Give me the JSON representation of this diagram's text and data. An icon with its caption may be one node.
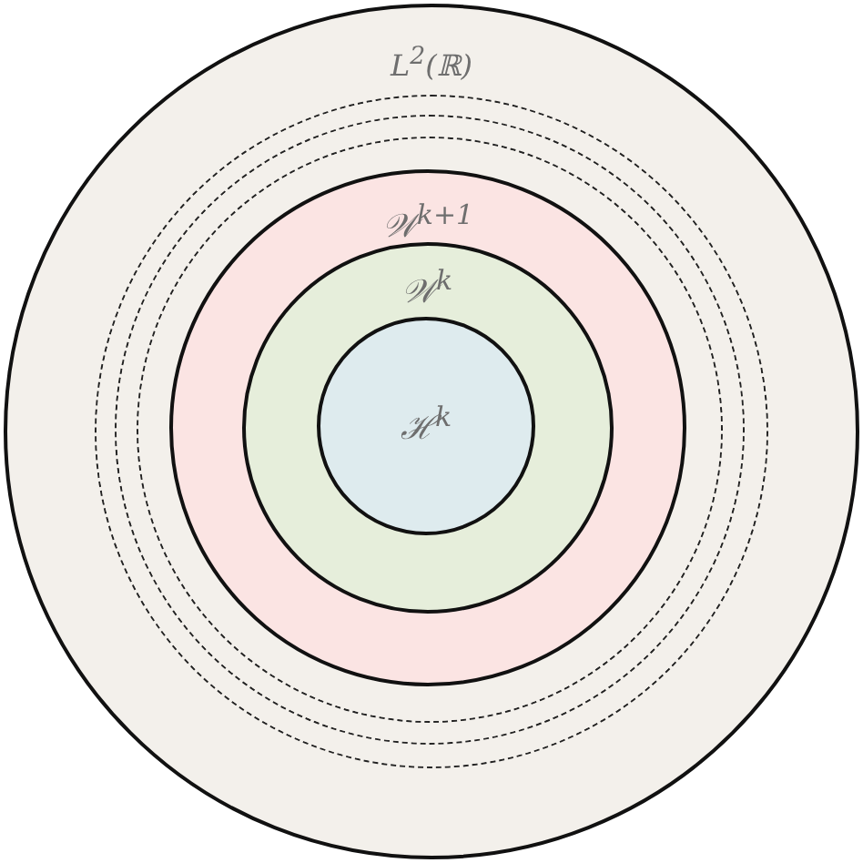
{
  "diagram": {
    "nodes": [
      {
        "text": [
          "L$^{2}$(ℝ)"
        ]
      },
      {
        "text": [],
        "shape": "circle",
        "in": 0
      },
      {
        "text": [],
        "shape": "circle",
        "in": 1
      },
      {
        "text": [],
        "shape": "circle",
        "in": 2
      },
      {
        "text": [
          "𝒲$^{k+1}$"
        ],
        "in": 3
      },
      {
        "text": [
          "𝒲$^{k}$"
        ],
        "in": 4
      },
      {
        "text": [
          "ℋ$^{k}$"
        ],
        "in": 5
      }
    ]
  }
}
